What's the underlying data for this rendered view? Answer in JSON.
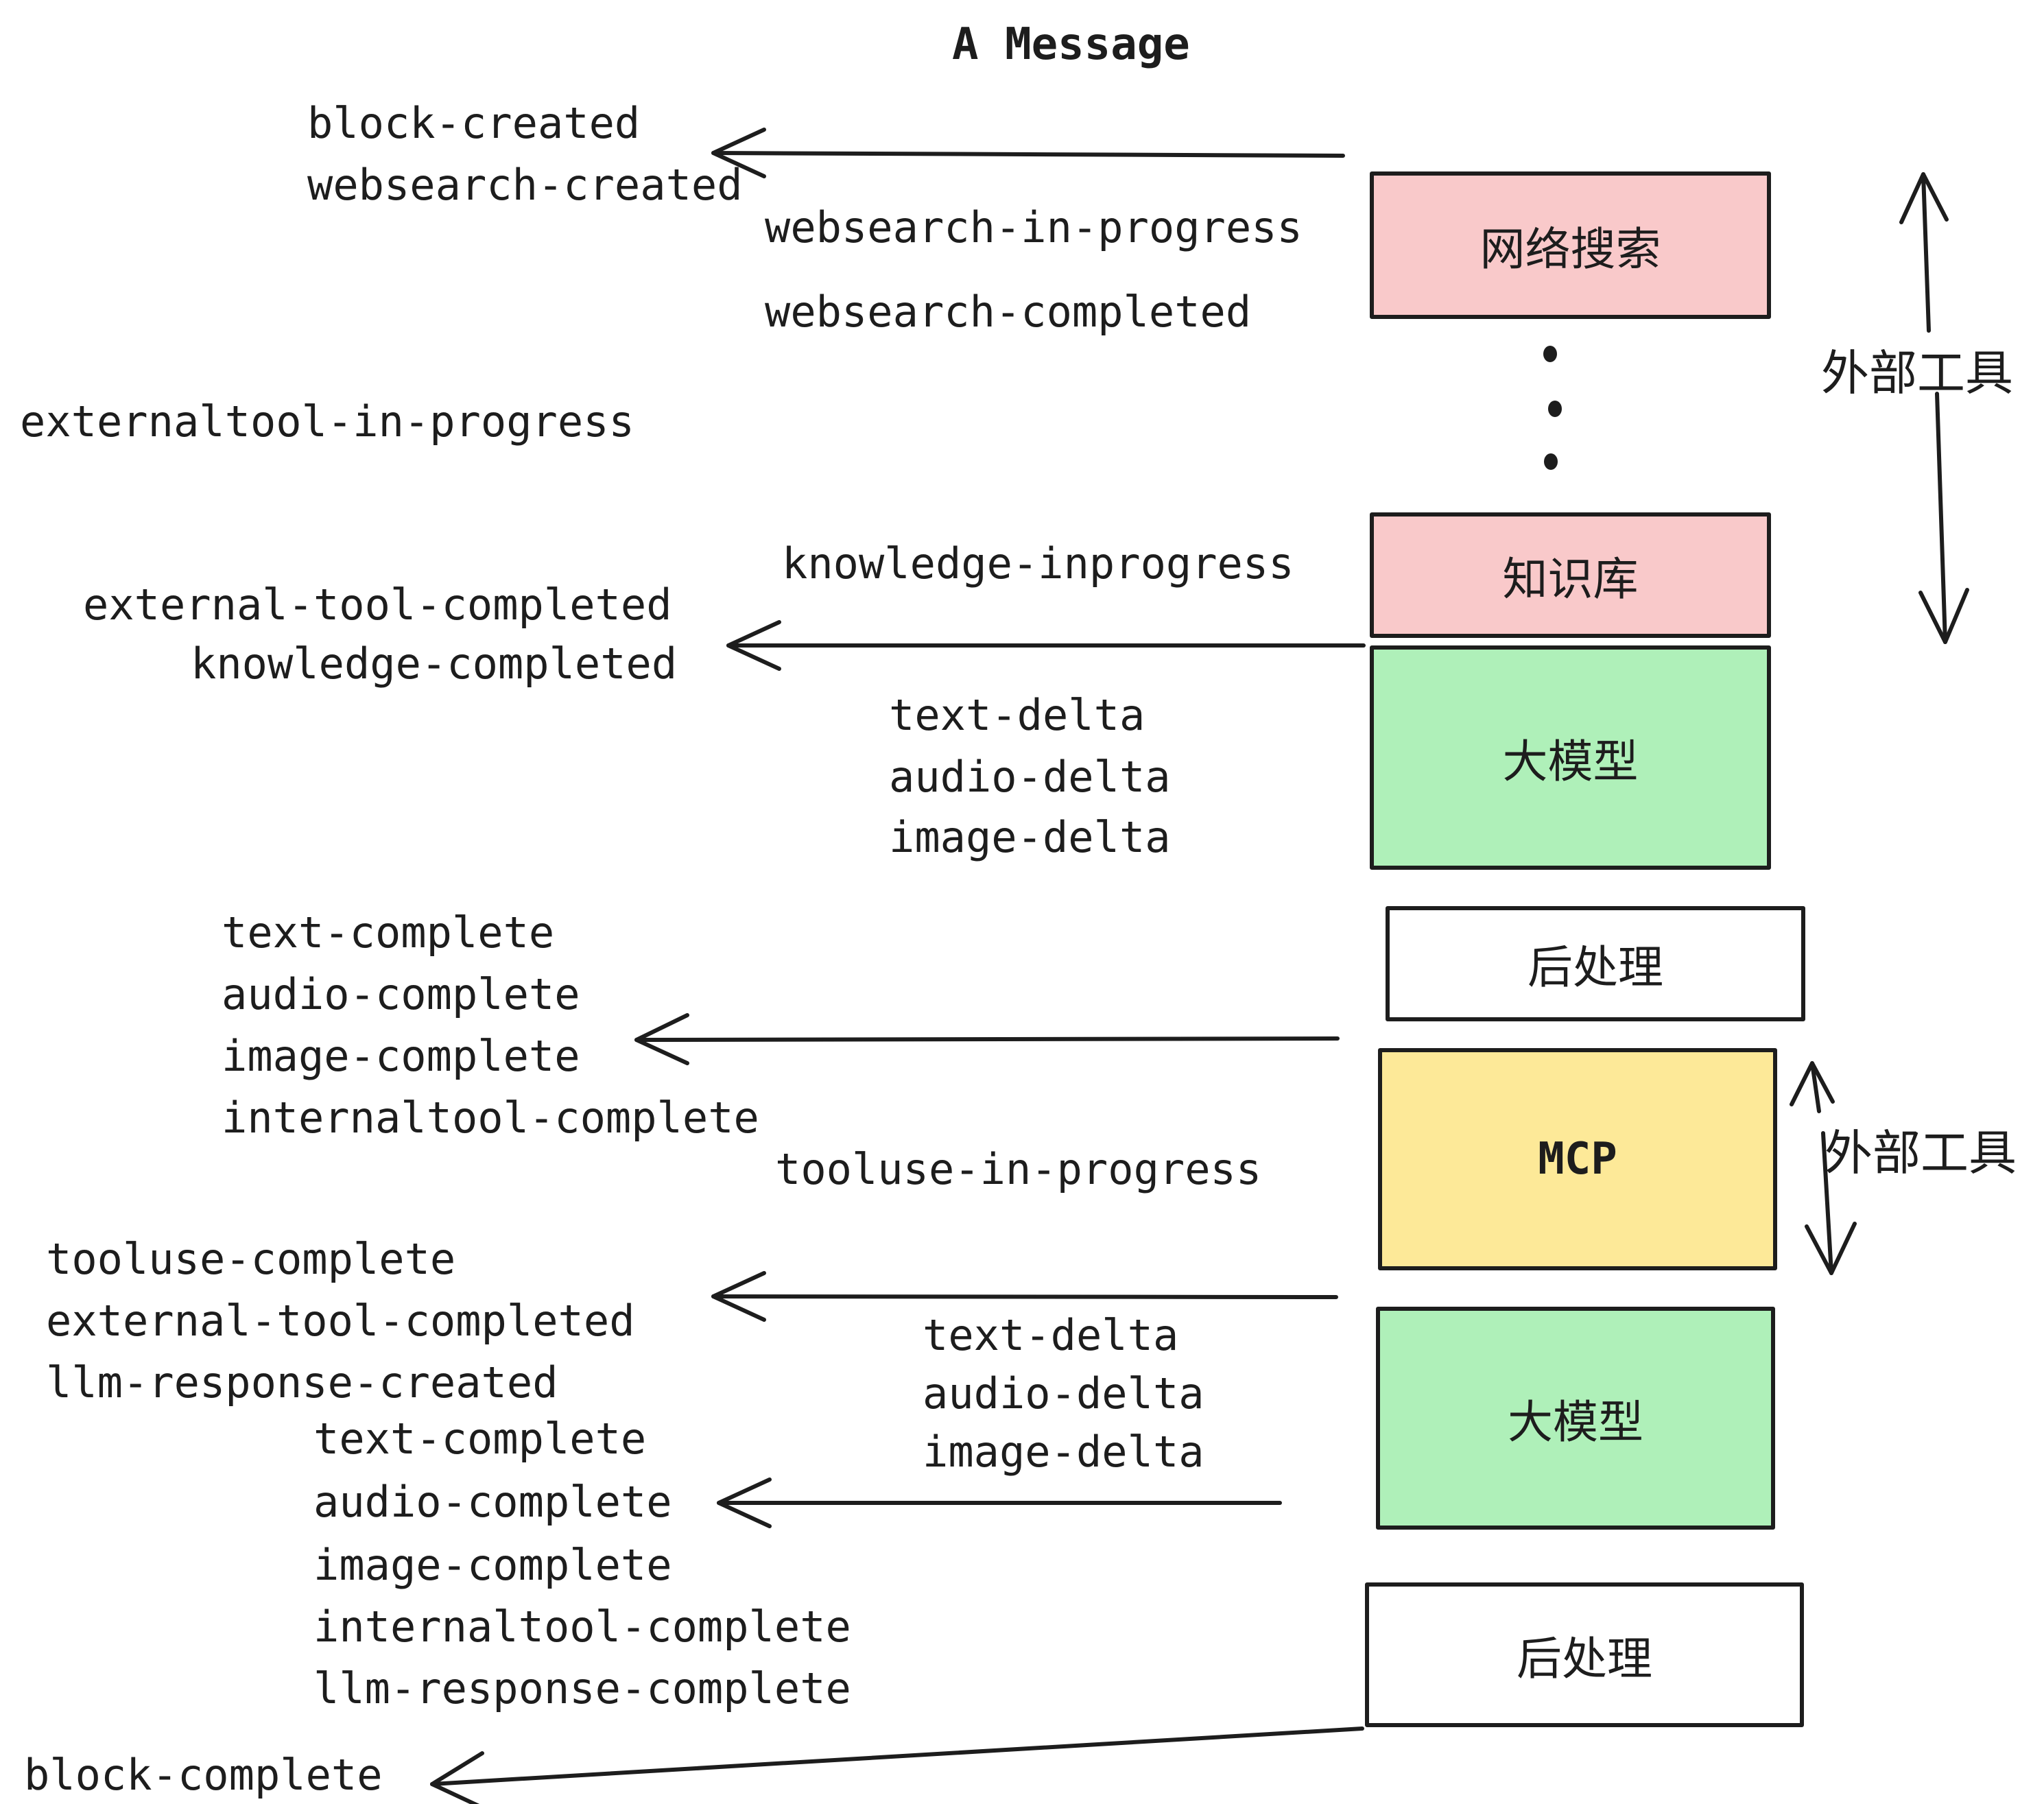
{
  "title": "A Message",
  "colors": {
    "pink": "#f9c9ca",
    "green": "#aff0b9",
    "yellow": "#fde998",
    "white": "#ffffff",
    "ink": "#1d1d1d"
  },
  "boxes": [
    {
      "id": "websearch",
      "label": "网络搜索",
      "color": "pink"
    },
    {
      "id": "knowledge",
      "label": "知识库",
      "color": "pink"
    },
    {
      "id": "llm-1",
      "label": "大模型",
      "color": "green"
    },
    {
      "id": "postprocess-1",
      "label": "后处理",
      "color": "white"
    },
    {
      "id": "mcp",
      "label": "MCP",
      "color": "yellow"
    },
    {
      "id": "llm-2",
      "label": "大模型",
      "color": "green"
    },
    {
      "id": "postprocess-2",
      "label": "后处理",
      "color": "white"
    }
  ],
  "side_labels": {
    "external_tools_top": "外部工具",
    "external_tools_mid": "外部工具"
  },
  "events": {
    "block_created": "block-created",
    "websearch_created": "websearch-created",
    "websearch_in_progress": "websearch-in-progress",
    "websearch_completed": "websearch-completed",
    "externaltool_in_progress": "externaltool-in-progress",
    "knowledge_inprogress": "knowledge-inprogress",
    "external_tool_completed": "external-tool-completed",
    "knowledge_completed": "knowledge-completed",
    "text_delta": "text-delta",
    "audio_delta": "audio-delta",
    "image_delta": "image-delta",
    "text_complete": "text-complete",
    "audio_complete": "audio-complete",
    "image_complete": "image-complete",
    "internaltool_complete": "internaltool-complete",
    "tooluse_in_progress": "tooluse-in-progress",
    "tooluse_complete": "tooluse-complete",
    "external_tool_completed_2": "external-tool-completed",
    "llm_response_created": "llm-response-created",
    "text_delta_2": "text-delta",
    "audio_delta_2": "audio-delta",
    "image_delta_2": "image-delta",
    "text_complete_2": "text-complete",
    "audio_complete_2": "audio-complete",
    "image_complete_2": "image-complete",
    "internaltool_complete_2": "internaltool-complete",
    "llm_response_complete": "llm-response-complete",
    "block_complete": "block-complete"
  }
}
